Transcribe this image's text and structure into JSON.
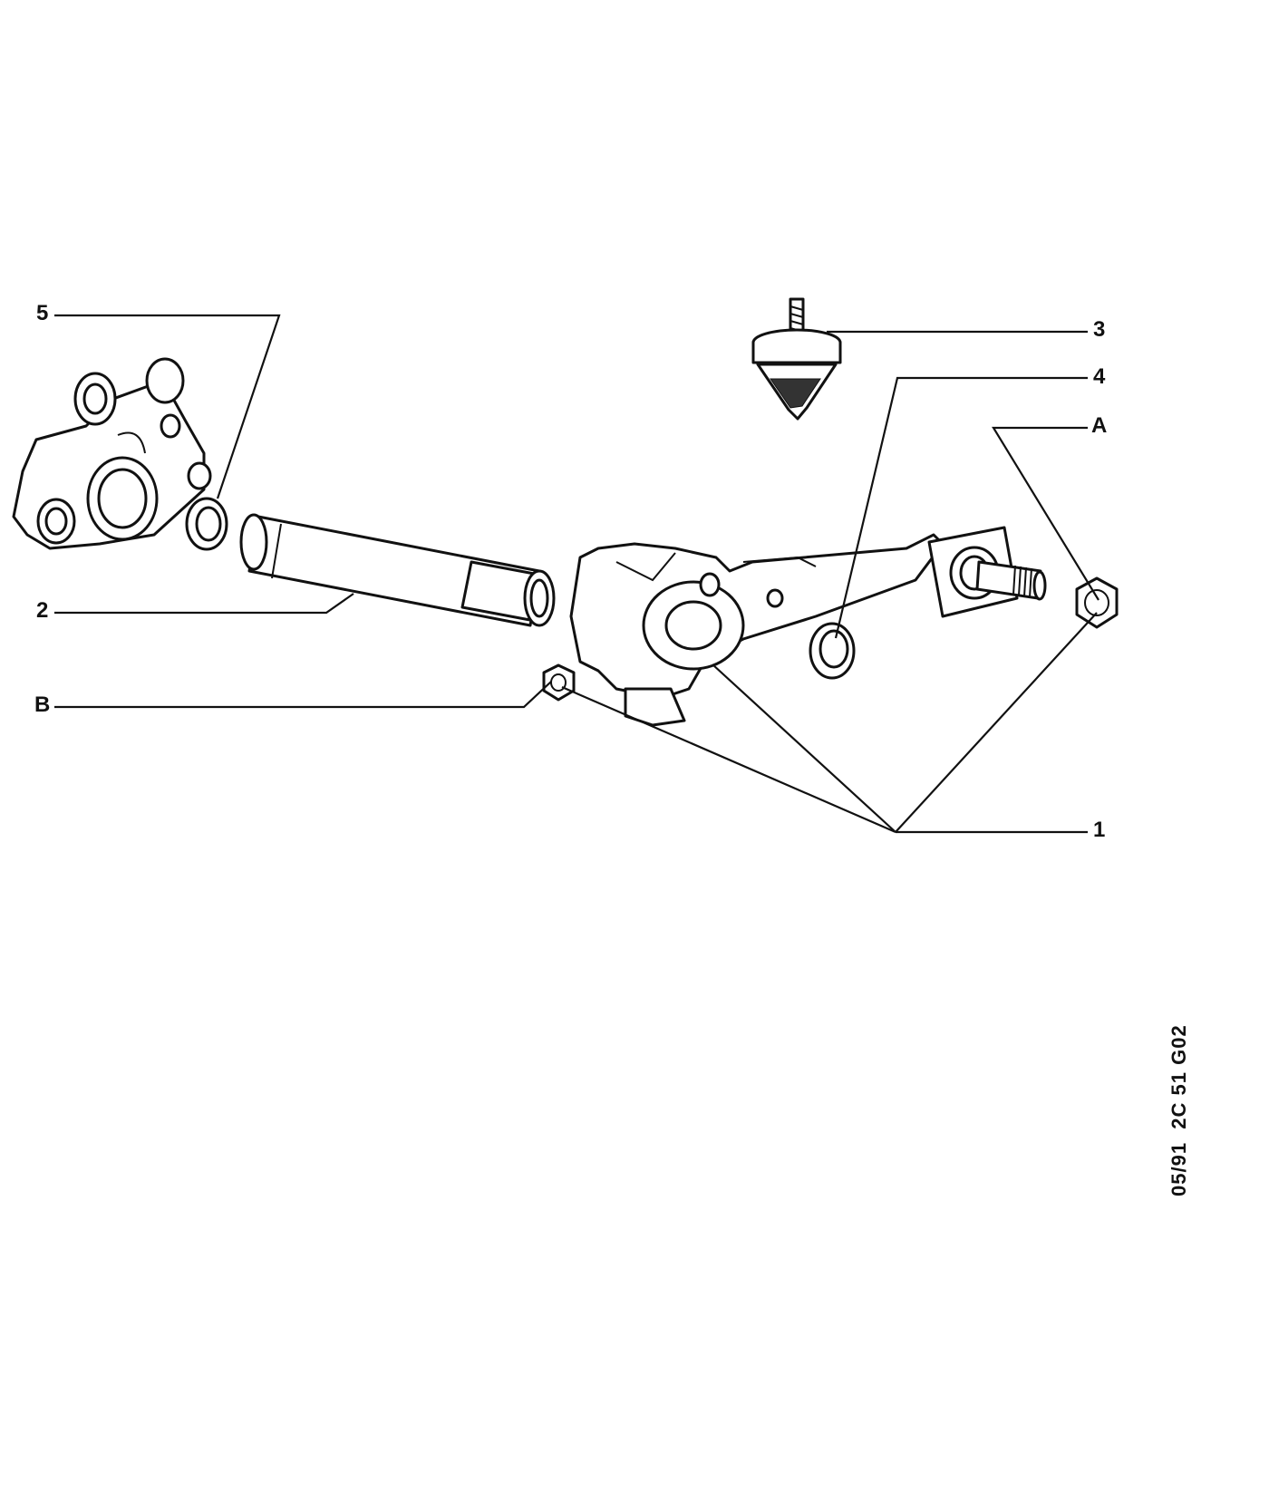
{
  "diagram": {
    "callouts": {
      "c5": "5",
      "c2": "2",
      "cB": "B",
      "c3": "3",
      "c4": "4",
      "cA": "A",
      "c1": "1"
    },
    "reference": "05/91  2C 51 G02"
  }
}
